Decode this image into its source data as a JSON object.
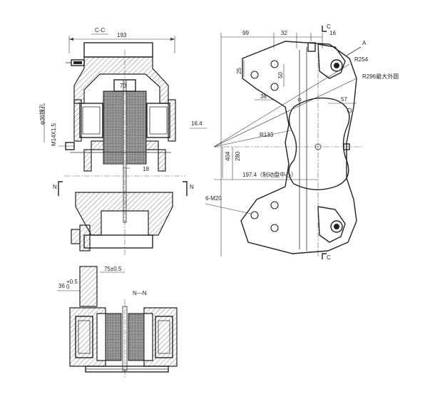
{
  "labels": {
    "section_cc": "C-C",
    "width_193": "193",
    "dim_70": "70",
    "dim_18": "18",
    "bore_36": "φ36镗孔",
    "thread_m14": "M14X1.5",
    "dim_99": "99",
    "dim_32": "32",
    "dim_16": "16",
    "marker_a": "A",
    "r254": "R254",
    "r296": "R296最大外圆",
    "dim_25": "25",
    "dim_50": "50",
    "dim_38": "38",
    "dim_57": "57",
    "dim_16_4": "16.4",
    "r133": "R133",
    "dim_404": "404",
    "dim_280": "280",
    "dim_197_4": "197.4（制动盘中心）",
    "holes": "6-M20",
    "marker_n_left": "N",
    "marker_n_right": "N",
    "marker_c_top": "C",
    "marker_c_bottom": "C",
    "dim_75": "75±0.5",
    "dim_36_base": "36",
    "dim_36_tol": "+0.5",
    "dim_36_tol2": "0",
    "section_nn": "N—N"
  }
}
